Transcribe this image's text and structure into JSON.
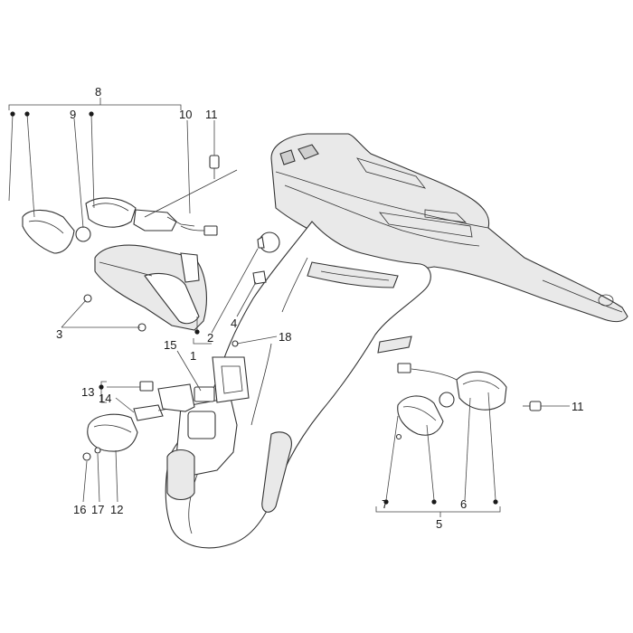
{
  "diagram": {
    "callouts": {
      "c1": "1",
      "c2": "2",
      "c3": "3",
      "c4": "4",
      "c5": "5",
      "c6": "6",
      "c7": "7",
      "c8": "8",
      "c9": "9",
      "c10": "10",
      "c11a": "11",
      "c11b": "11",
      "c12": "12",
      "c13": "13",
      "c14": "14",
      "c15": "15",
      "c16": "16",
      "c17": "17",
      "c18": "18"
    }
  }
}
